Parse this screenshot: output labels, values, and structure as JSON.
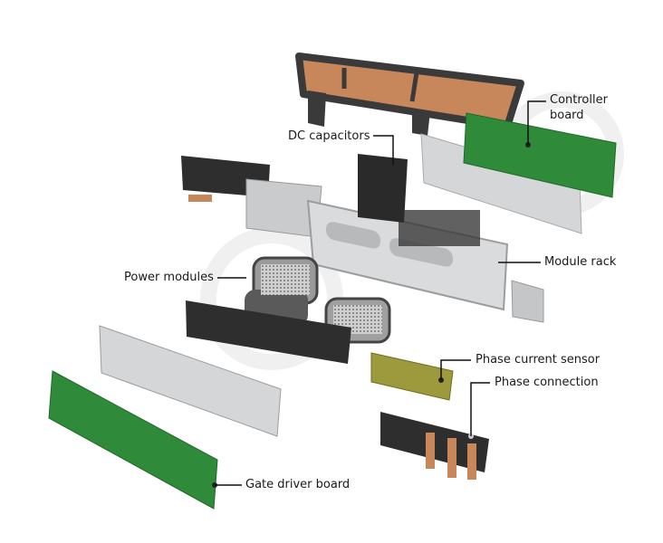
{
  "labels": {
    "controller_board": [
      "Controller",
      "board"
    ],
    "dc_capacitors": "DC capacitors",
    "module_rack": "Module rack",
    "power_modules": "Power modules",
    "phase_current_sensor": "Phase current sensor",
    "phase_connection": "Phase connection",
    "gate_driver_board": "Gate driver board"
  },
  "colors": {
    "pcb_green": "#2f8a3a",
    "copper": "#c8875a",
    "aluminium": "#d4d6d8",
    "plastic_black": "#2a2a2a",
    "sensor_olive": "#9c9a3c"
  }
}
